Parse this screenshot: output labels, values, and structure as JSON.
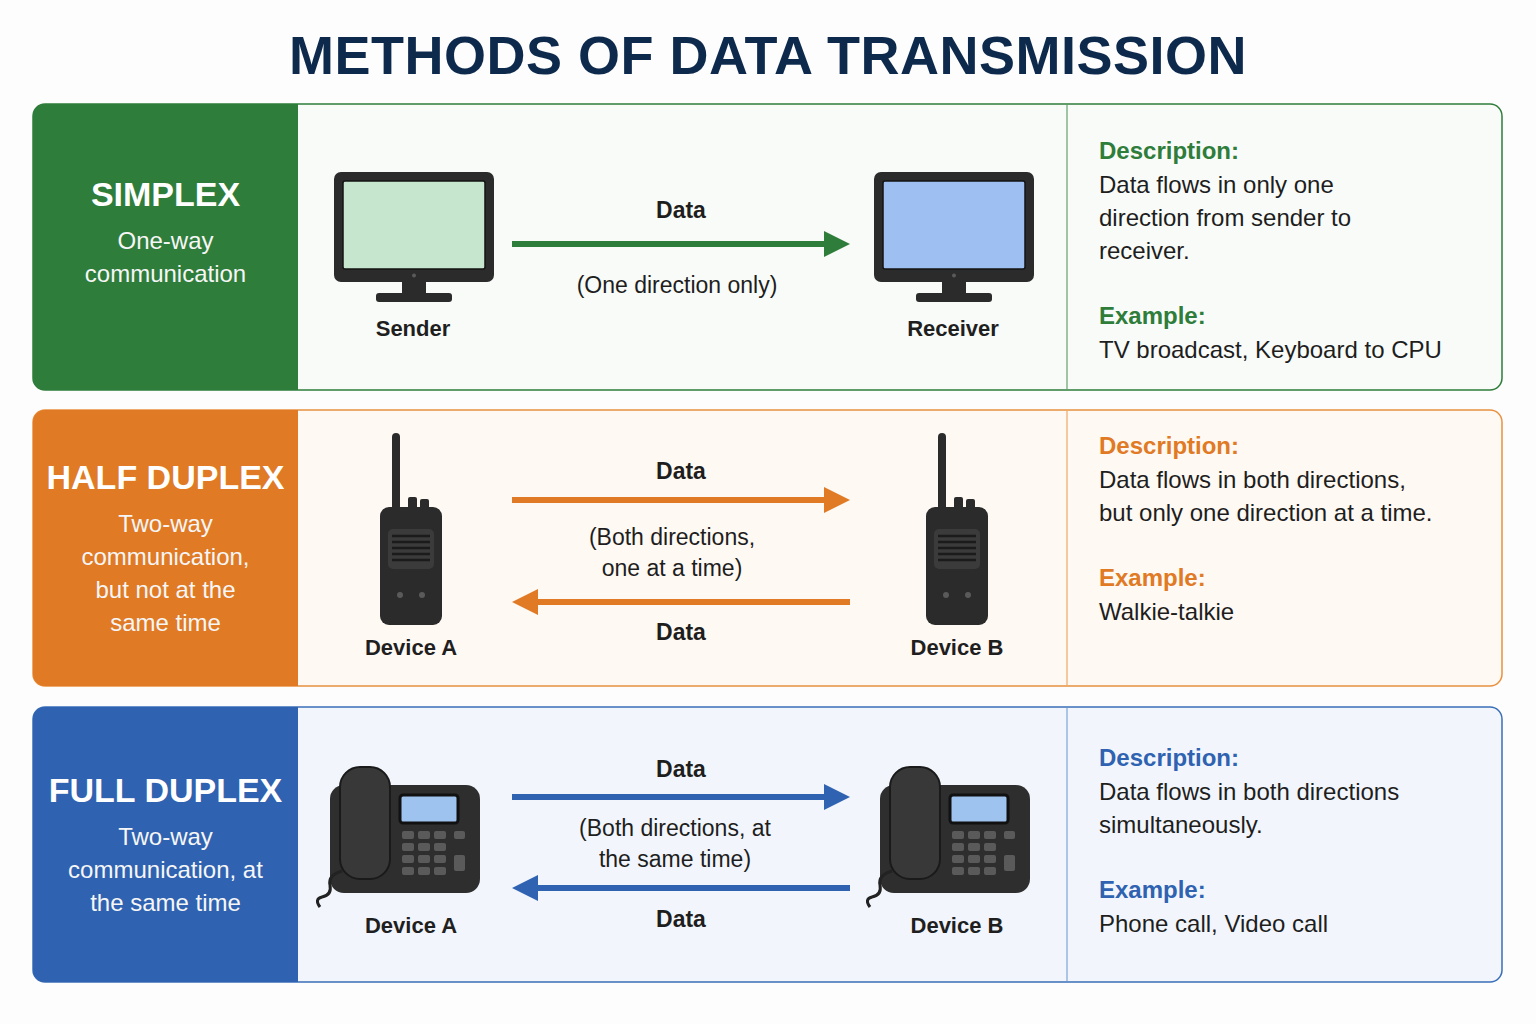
{
  "diagram": {
    "title": "METHODS OF DATA TRANSMISSION",
    "nodes": [
      {
        "text": [
          "SIMPLEX",
          "One-way communication"
        ]
      },
      {
        "text": [
          "Sender"
        ]
      },
      {
        "text": [
          "Receiver"
        ]
      },
      {
        "text": [
          "Description:",
          "Data flows in only one direction from sender to receiver.",
          "Example:",
          "TV broadcast, Keyboard to CPU"
        ]
      },
      {
        "text": [
          "HALF DUPLEX",
          "Two-way communication, but not at the same time"
        ]
      },
      {
        "text": [
          "Device A"
        ]
      },
      {
        "text": [
          "Device B"
        ]
      },
      {
        "text": [
          "Description:",
          "Data flows in both directions, but only one direction at a time.",
          "Example:",
          "Walkie-talkie"
        ]
      },
      {
        "text": [
          "FULL DUPLEX",
          "Two-way communication, at the same time"
        ]
      },
      {
        "text": [
          "Device A"
        ]
      },
      {
        "text": [
          "Device B"
        ]
      },
      {
        "text": [
          "Description:",
          "Data flows in both directions simultaneously.",
          "Example:",
          "Phone call, Video call"
        ]
      }
    ],
    "edges": [
      {
        "from": 1,
        "to": 2,
        "label": "Data",
        "arrow": "to"
      },
      {
        "from": 5,
        "to": 6,
        "label": "Data",
        "arrow": "to"
      },
      {
        "from": 6,
        "to": 5,
        "label": "Data",
        "arrow": "to"
      },
      {
        "from": 9,
        "to": 10,
        "label": "Data",
        "arrow": "to"
      },
      {
        "from": 10,
        "to": 9,
        "label": "Data",
        "arrow": "to"
      }
    ],
    "labels": [
      "(One direction only)",
      "(Both directions, one at a time)",
      "(Both directions, at the same time)"
    ]
  }
}
